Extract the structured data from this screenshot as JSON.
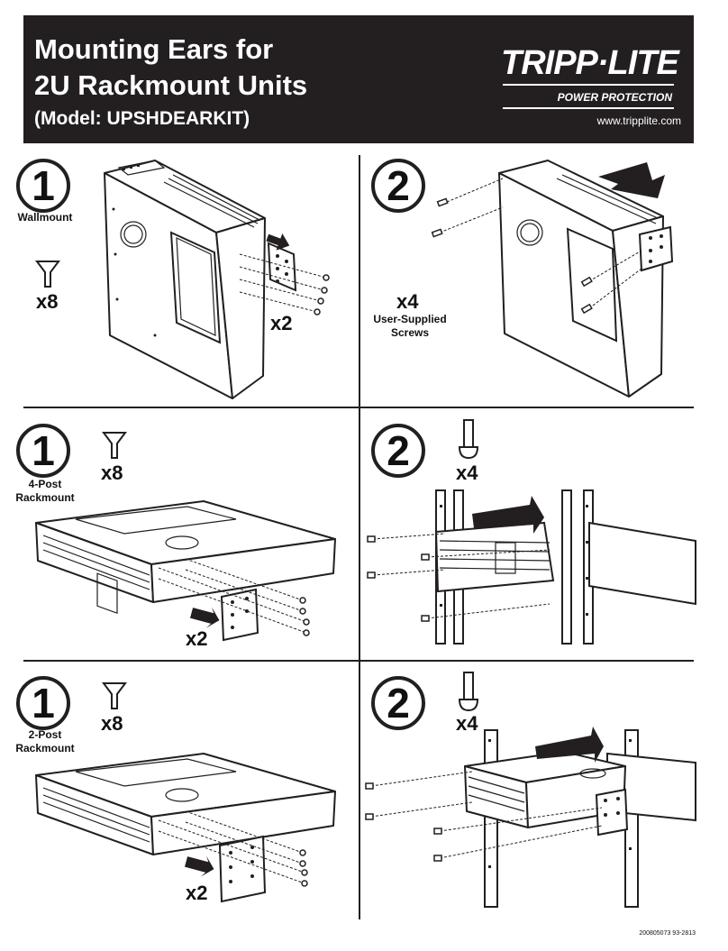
{
  "header": {
    "title_line1": "Mounting Ears for",
    "title_line2": "2U Rackmount Units",
    "model": "(Model: UPSHDEARKIT)",
    "logo_text": "TRIPP·LITE",
    "logo_sub": "POWER PROTECTION",
    "url": "www.tripplite.com"
  },
  "sections": {
    "wallmount": {
      "step1": "1",
      "step1_label": "Wallmount",
      "screw_qty": "x8",
      "bracket_qty": "x2",
      "step2": "2",
      "user_screws_qty": "x4",
      "user_screws_label_1": "User-Supplied",
      "user_screws_label_2": "Screws"
    },
    "four_post": {
      "step1": "1",
      "label_1": "4-Post",
      "label_2": "Rackmount",
      "screw_qty": "x8",
      "bracket_qty": "x2",
      "step2": "2",
      "rack_screw_qty": "x4"
    },
    "two_post": {
      "step1": "1",
      "label_1": "2-Post",
      "label_2": "Rackmount",
      "screw_qty": "x8",
      "bracket_qty": "x2",
      "step2": "2",
      "rack_screw_qty": "x4"
    }
  },
  "footer": {
    "doc_number": "200805073  93-2813"
  },
  "icons": [
    "flat-head-screw-icon",
    "pan-head-screw-icon",
    "direction-arrow-icon"
  ]
}
